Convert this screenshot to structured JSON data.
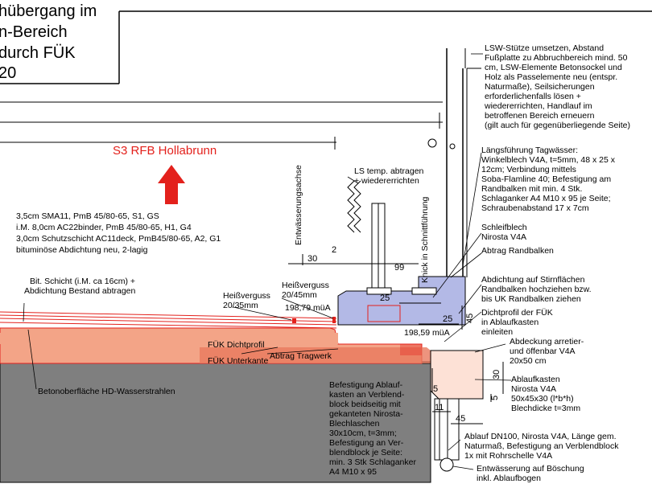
{
  "title_block": {
    "lines": [
      "hübergang im",
      "n-Bereich",
      "durch FÜK",
      "20"
    ]
  },
  "direction_label": "S3 RFB Hollabrunn",
  "colors": {
    "red": "#e3211c",
    "salmon": "#f3a487",
    "salmon_dark": "#e9795e",
    "concrete": "#7f7f7f",
    "blue": "#b3b9e6",
    "outline": "#000000"
  },
  "layers": [
    "3,5cm SMA11, PmB 45/80-65, S1, GS",
    "i.M. 8,0cm AC22binder, PmB 45/80-65, H1, G4",
    "3,0cm Schutzschicht AC11deck, PmB45/80-65, A2, G1",
    "bituminöse Abdichtung neu, 2-lagig"
  ],
  "notes": {
    "lsw": [
      "LSW-Stütze umsetzen, Abstand",
      "Fußplatte zu Abbruchbereich mind. 50",
      "cm, LSW-Elemente Betonsockel und",
      "Holz als Passelemente neu (entspr.",
      "Naturmaße), Seilsicherungen",
      "erforderlichenfalls lösen +",
      "wiedererrichten, Handlauf im",
      "betroffenen Bereich erneuern",
      "(gilt auch für gegenüberliegende Seite)"
    ],
    "ls_temp": [
      "LS temp. abtragen",
      "+ wiedererrichten"
    ],
    "laengs": [
      "Längsführung Tagwässer:",
      "Winkelblech V4A, t=5mm, 48 x 25 x",
      "12cm; Verbindung mittels",
      "Soba-Flamline 40; Befestigung am",
      "Randbalken mit min. 4 Stk.",
      "Schlaganker A4 M10 x 95 je Seite;",
      "Schraubenabstand 17 x 7cm"
    ],
    "schleif": [
      "Schleifblech",
      "Nirosta V4A"
    ],
    "abtrag_rb": "Abtrag Randbalken",
    "abdichtung": [
      "Abdichtung auf Stirnflächen",
      "Randbalken hochziehen bzw.",
      "bis UK Randbalken ziehen"
    ],
    "dichtprofil": [
      "Dichtprofil der FÜK",
      "in Ablaufkasten",
      "einleiten"
    ],
    "abdeckung": [
      "Abdeckung arretier-",
      "und öffenbar V4A",
      "20x50 cm"
    ],
    "ablaufkasten": [
      "Ablaufkasten",
      "Nirosta V4A",
      "50x45x30 (l*b*h)",
      "Blechdicke t=3mm"
    ],
    "befestigung": [
      "Befestigung Ablauf-",
      "kasten an Verblend-",
      "block beidseitig mit",
      "gekanteten Nirosta-",
      "Blechlaschen",
      "30x10cm, t=3mm;",
      "Befestigung an Ver-",
      "blendblock je Seite:",
      "min. 3 Stk Schlaganker",
      "A4 M10 x 95"
    ],
    "ablauf": [
      "Ablauf DN100, Nirosta V4A, Länge gem.",
      "Naturmaß, Befestigung an Verblendblock",
      "1x mit Rohrschelle V4A"
    ],
    "entw_boeschung": [
      "Entwässerung auf Böschung",
      "inkl. Ablaufbogen"
    ],
    "bit_schicht": [
      "Bit. Schicht (i.M. ca 16cm) +",
      "Abdichtung Bestand abtragen"
    ],
    "heissverguss_1": [
      "Heißverguss",
      "20/35mm"
    ],
    "heissverguss_2": [
      "Heißverguss",
      "20/45mm"
    ],
    "fuek_dicht": "FÜK Dichtprofil",
    "fuek_unter": "FÜK Unterkante",
    "abtrag_tragwerk": "Abtrag Tragwerk",
    "beton": "Betonoberfläche HD-Wasserstrahlen",
    "entwaesserungsachse": "Entwässerungsachse",
    "knick": "Knick in Schnittführung"
  },
  "levels": {
    "a": "198,79 müA",
    "b": "198,59 müA"
  },
  "dims": {
    "d30": "30",
    "d2": "2",
    "d99": "99",
    "d25a": "25",
    "d25b": "25",
    "d45v": "45",
    "d30v": "30",
    "d5a": "5",
    "d5b": "5",
    "d11": "11",
    "d45h": "45"
  }
}
